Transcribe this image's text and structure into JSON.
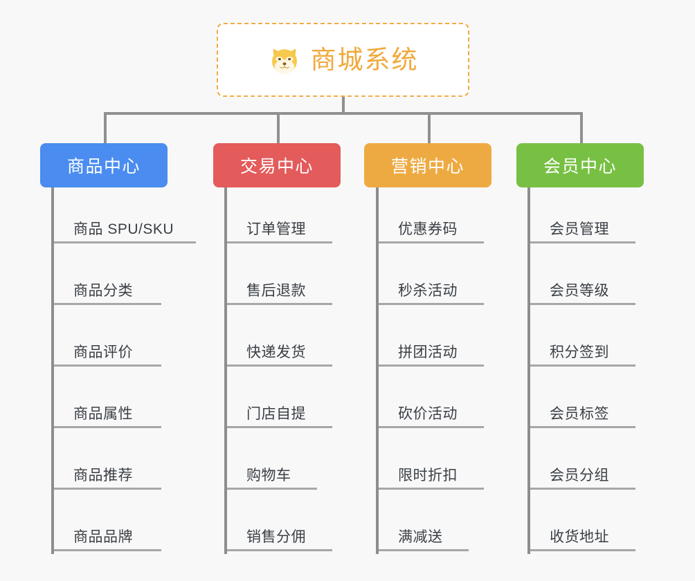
{
  "page": {
    "background_color": "#f8f8f8",
    "layout": "mindmap-org-chart",
    "connector_color": "#909090",
    "leaf_rule_color": "#a6a6a6",
    "leaf_text_color": "#3a3f45"
  },
  "root": {
    "title": "商城系统",
    "icon": "shiba-dog-face-icon",
    "text_color": "#f0a93c",
    "border_color": "#f2ab44",
    "background_color": "#ffffff",
    "border_style": "dashed"
  },
  "branches": [
    {
      "label": "商品中心",
      "color": "#4a8cf0",
      "items": [
        "商品 SPU/SKU",
        "商品分类",
        "商品评价",
        "商品属性",
        "商品推荐",
        "商品品牌"
      ]
    },
    {
      "label": "交易中心",
      "color": "#e45b5b",
      "items": [
        "订单管理",
        "售后退款",
        "快递发货",
        "门店自提",
        "购物车",
        "销售分佣"
      ]
    },
    {
      "label": "营销中心",
      "color": "#eeaa42",
      "items": [
        "优惠券码",
        "秒杀活动",
        "拼团活动",
        "砍价活动",
        "限时折扣",
        "满减送"
      ]
    },
    {
      "label": "会员中心",
      "color": "#77c043",
      "items": [
        "会员管理",
        "会员等级",
        "积分签到",
        "会员标签",
        "会员分组",
        "收货地址"
      ]
    }
  ]
}
